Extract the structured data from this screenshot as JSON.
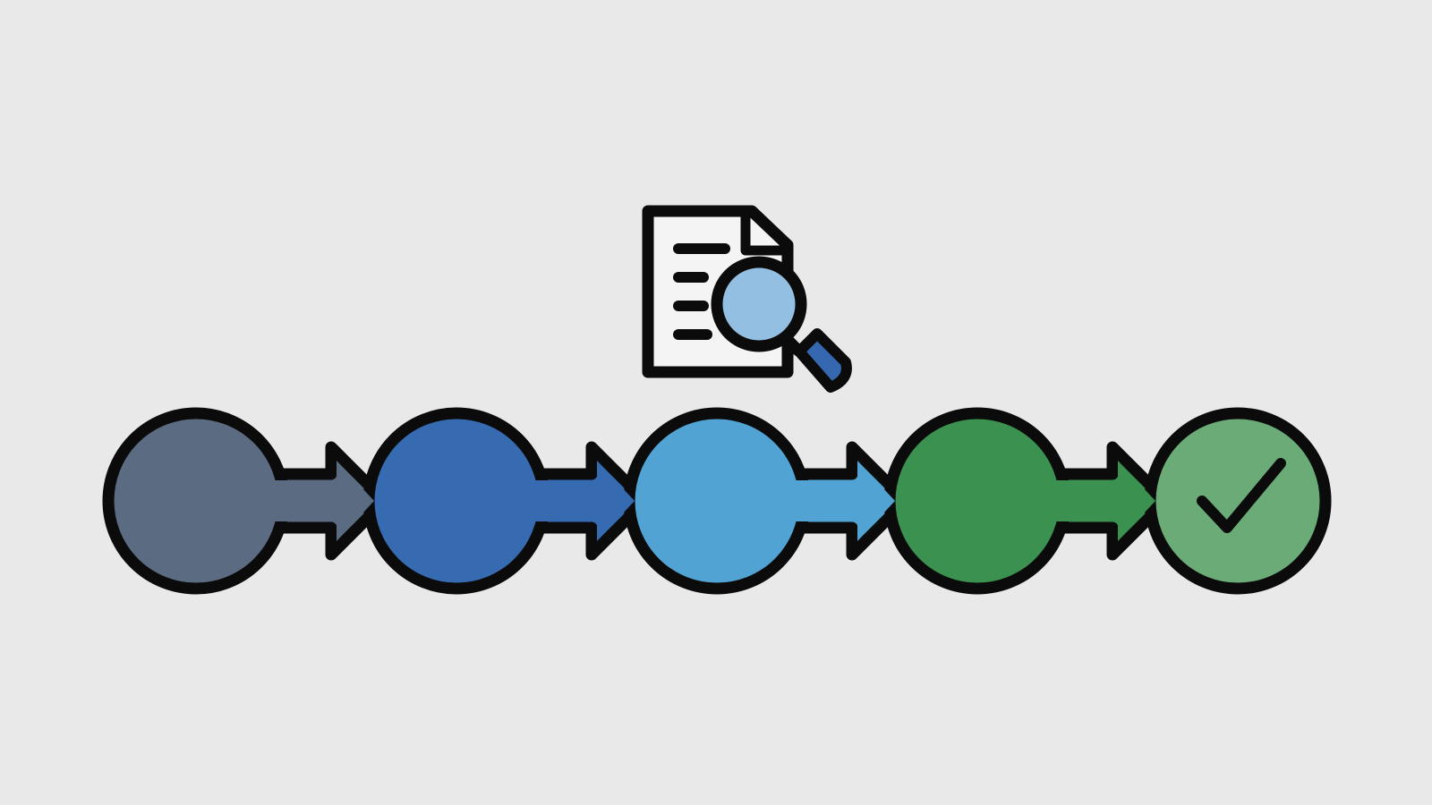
{
  "background": "#e9e9e9",
  "outline_color": "#0b0b0b",
  "icon": {
    "name": "document-search-icon",
    "document_fill": "#f4f4f4",
    "lens_fill": "#93bfe3",
    "handle_fill": "#3568b0",
    "text_line_count": 4
  },
  "process": {
    "steps": [
      {
        "name": "step-1-circle",
        "color": "#5b6c82",
        "icon": null
      },
      {
        "name": "step-2-circle",
        "color": "#376bb1",
        "icon": null
      },
      {
        "name": "step-3-circle",
        "color": "#51a3d4",
        "icon": null
      },
      {
        "name": "step-4-circle",
        "color": "#3b914f",
        "icon": null
      },
      {
        "name": "step-5-circle",
        "color": "#6bab78",
        "icon": "checkmark-icon"
      }
    ]
  }
}
